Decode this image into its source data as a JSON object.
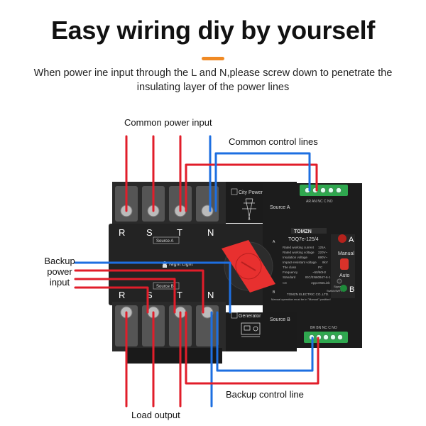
{
  "header": {
    "title": "Easy wiring diy by yourself",
    "subtitle": "When power ine input through the L and N,please screw down to penetrate the insulating layer of the power lines"
  },
  "callouts": {
    "common_power_input": "Common power input",
    "common_control_lines": "Common control lines",
    "backup_power_input": "Backup power input",
    "backup_power_input_lines": [
      "Backup",
      "power",
      "input"
    ],
    "load_output": "Load output",
    "backup_control_line": "Backup control line"
  },
  "device": {
    "brand": "TOMZN",
    "model": "TOQ7e-125/4",
    "top_phases": [
      "R",
      "S",
      "T",
      "N"
    ],
    "bottom_phases": [
      "R",
      "S",
      "T",
      "N"
    ],
    "source_a_tag": "Source A",
    "source_b_tag": "Source B",
    "city_power_label": "City Power",
    "city_power_icon": "transmission-tower-icon",
    "source_a_label": "Source A",
    "night_light_label": "Night Light",
    "generator_label": "Generator",
    "generator_icon": "generator-icon",
    "source_b_label": "Source B",
    "mode_a": "A",
    "mode_b": "B",
    "manual_label": "Manual",
    "auto_label": "Auto",
    "top_terminal_labels": "AR AN  NC  C  NO",
    "bottom_terminal_labels": "BR BN  NC  C  NO",
    "specs": [
      [
        "Rated working current",
        "125A"
      ],
      [
        "Rated working voltage",
        "220V~"
      ],
      [
        "Insulation voltage",
        "690V~"
      ],
      [
        "Impact-resistant voltage",
        "8kV"
      ],
      [
        "The class",
        "PC"
      ],
      [
        "Frequency",
        "~50/60Hz"
      ],
      [
        "Standard",
        "IEC/EN60947-6-1"
      ]
    ],
    "manufacturer": "TOMZN ELECTRIC CO.,LTD.",
    "signal_label": "Signal",
    "switch_wifi_label": "Switch/WiFi",
    "app_label": "App:eWeLink",
    "warning": "Manual operation must be in \"Manual\" position!"
  },
  "colors": {
    "wire_red": "#e11d2a",
    "wire_blue": "#1d6fe1",
    "accent": "#f08a24",
    "body_dark": "#1e1e1e",
    "knob_red": "#e8302f",
    "terminal_green": "#2fa84f"
  }
}
